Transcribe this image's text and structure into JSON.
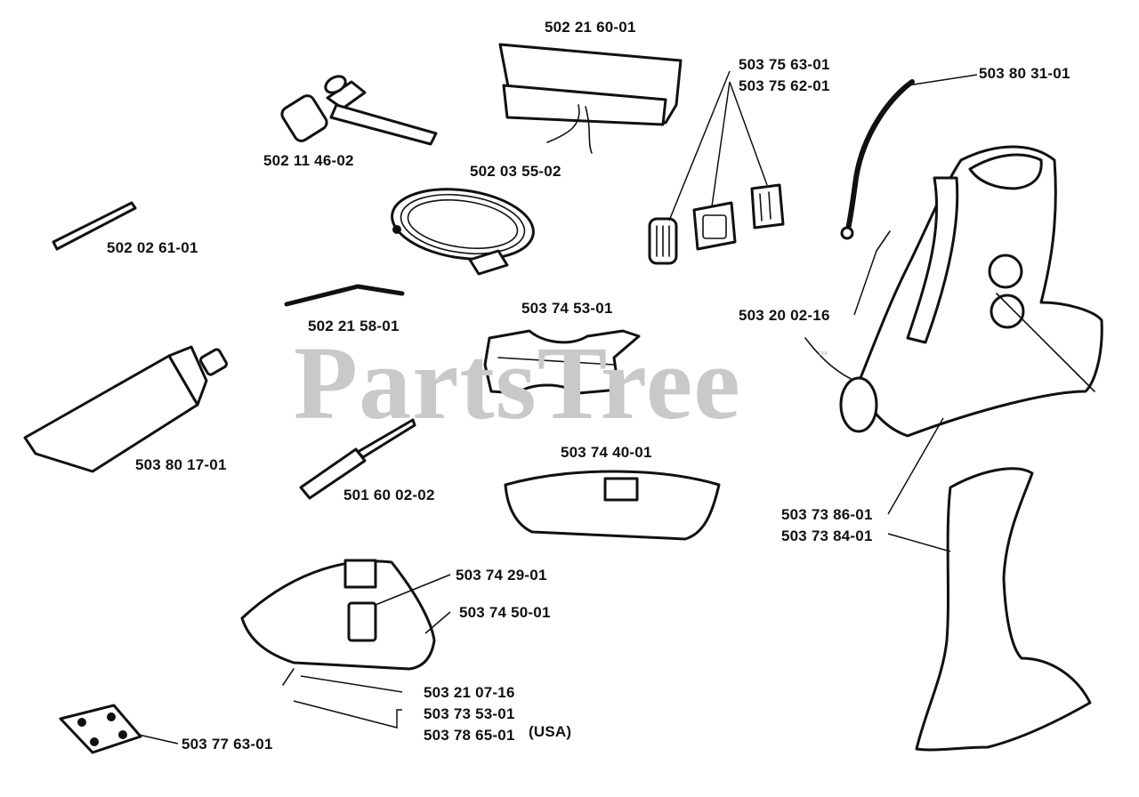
{
  "watermark": {
    "text": "PartsTree",
    "trademark": "™"
  },
  "labels": {
    "gloves_bag": "502 21 60-01",
    "buckle_a": "503 75 63-01",
    "buckle_b": "503 75 62-01",
    "hook": "503 80 31-01",
    "wrench": "502 11 46-02",
    "cord_coil": "502 03 55-02",
    "rod": "502 02 61-01",
    "hex_key": "502 21 58-01",
    "bracket": "503 74 53-01",
    "harness_screw": "503 20 02-16",
    "grease_tube": "503 80 17-01",
    "screwdriver": "501 60 02-02",
    "cover": "503 74 40-01",
    "harness": "503 73 86-01",
    "strap": "503 73 84-01",
    "guard_plate": "503 74 29-01",
    "guard": "503 74 50-01",
    "guard_screw": "503 21 07-16",
    "blade_a": "503 73 53-01",
    "blade_b": "503 78 65-01",
    "usa_note": "(USA)",
    "plate": "503 77 63-01"
  }
}
